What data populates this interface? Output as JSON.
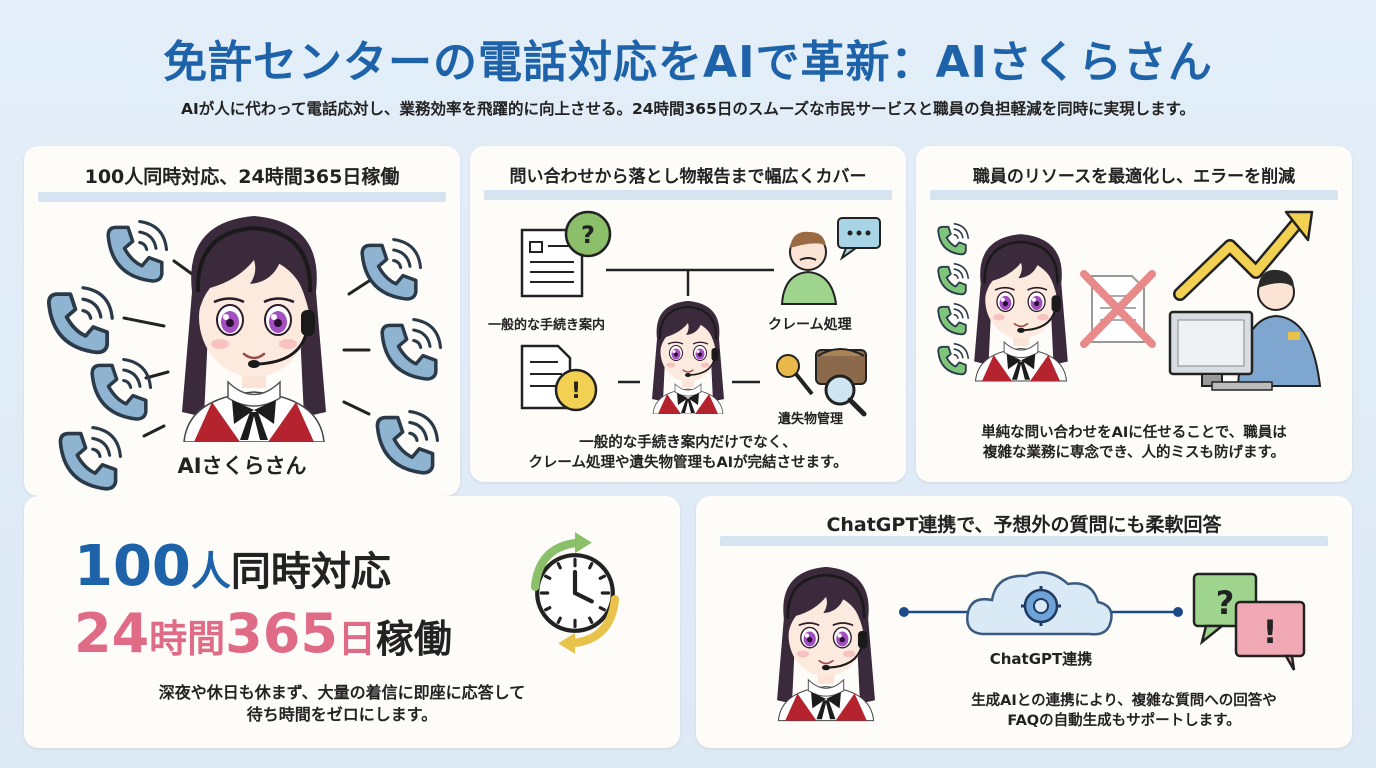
{
  "header": {
    "title": "免許センターの電話対応をAIで革新：AIさくらさん",
    "subtitle": "AIが人に代わって電話応対し、業務効率を飛躍的に向上させる。24時間365日のスムーズな市民サービスと職員の負担軽減を同時に実現します。"
  },
  "panel1": {
    "title": "100人同時対応、24時間365日稼働",
    "character_label": "AIさくらさん"
  },
  "panel2": {
    "title": "問い合わせから落とし物報告まで幅広くカバー",
    "node_general": "一般的な手続き案内",
    "node_complaint": "クレーム処理",
    "node_lost": "遺失物管理",
    "desc_line1": "一般的な手続き案内だけでなく、",
    "desc_line2": "クレーム処理や遺失物管理もAIが完結させます。"
  },
  "panel3": {
    "title": "職員のリソースを最適化し、エラーを削減",
    "desc_line1": "単純な問い合わせをAIに任せることで、職員は",
    "desc_line2": "複雑な業務に専念でき、人的ミスも防げます。"
  },
  "panel4": {
    "big1_a": "100",
    "big1_b": "人",
    "big1_c": "同時対応",
    "big2_a": "24",
    "big2_b": "時間",
    "big2_c": "365",
    "big2_d": "日",
    "big2_e": "稼働",
    "desc_line1": "深夜や休日も休まず、大量の着信に即座に応答して",
    "desc_line2": "待ち時間をゼロにします。"
  },
  "panel5": {
    "title": "ChatGPT連携で、予想外の質問にも柔軟回答",
    "cloud_label": "ChatGPT連携",
    "desc_line1": "生成AIとの連携により、複雑な質問への回答や",
    "desc_line2": "FAQの自動生成もサポートします。"
  },
  "colors": {
    "title_blue": "#1e63a9",
    "accent_pink": "#e06b86",
    "phone_blue": "#8eb4d2",
    "phone_green": "#7ec47a",
    "vest_red": "#b5242e",
    "hair": "#3a2a3c"
  }
}
